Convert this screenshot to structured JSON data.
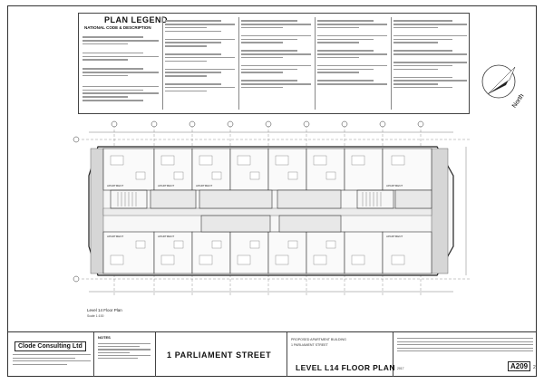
{
  "legend": {
    "title": "PLAN LEGEND",
    "subtitle": "NATIONAL CODE & DESCRIPTION"
  },
  "north": {
    "label": "North"
  },
  "plan": {
    "caption": "Level 14 Floor Plan",
    "caption_scale": "Scale 1:100",
    "room_label": "APARTMENT"
  },
  "titleblock": {
    "company": "Clode Consulting Ltd",
    "notes_label": "NOTES",
    "street": "1 PARLIAMENT STREET",
    "project_line_1": "PROPOSED APARTMENT BUILDING",
    "project_line_2": "1 PARLIAMENT STREET",
    "floor_plan_title": "LEVEL L14 FLOOR PLAN",
    "drawing_number": "A209",
    "revision": "2",
    "year": "2017"
  }
}
